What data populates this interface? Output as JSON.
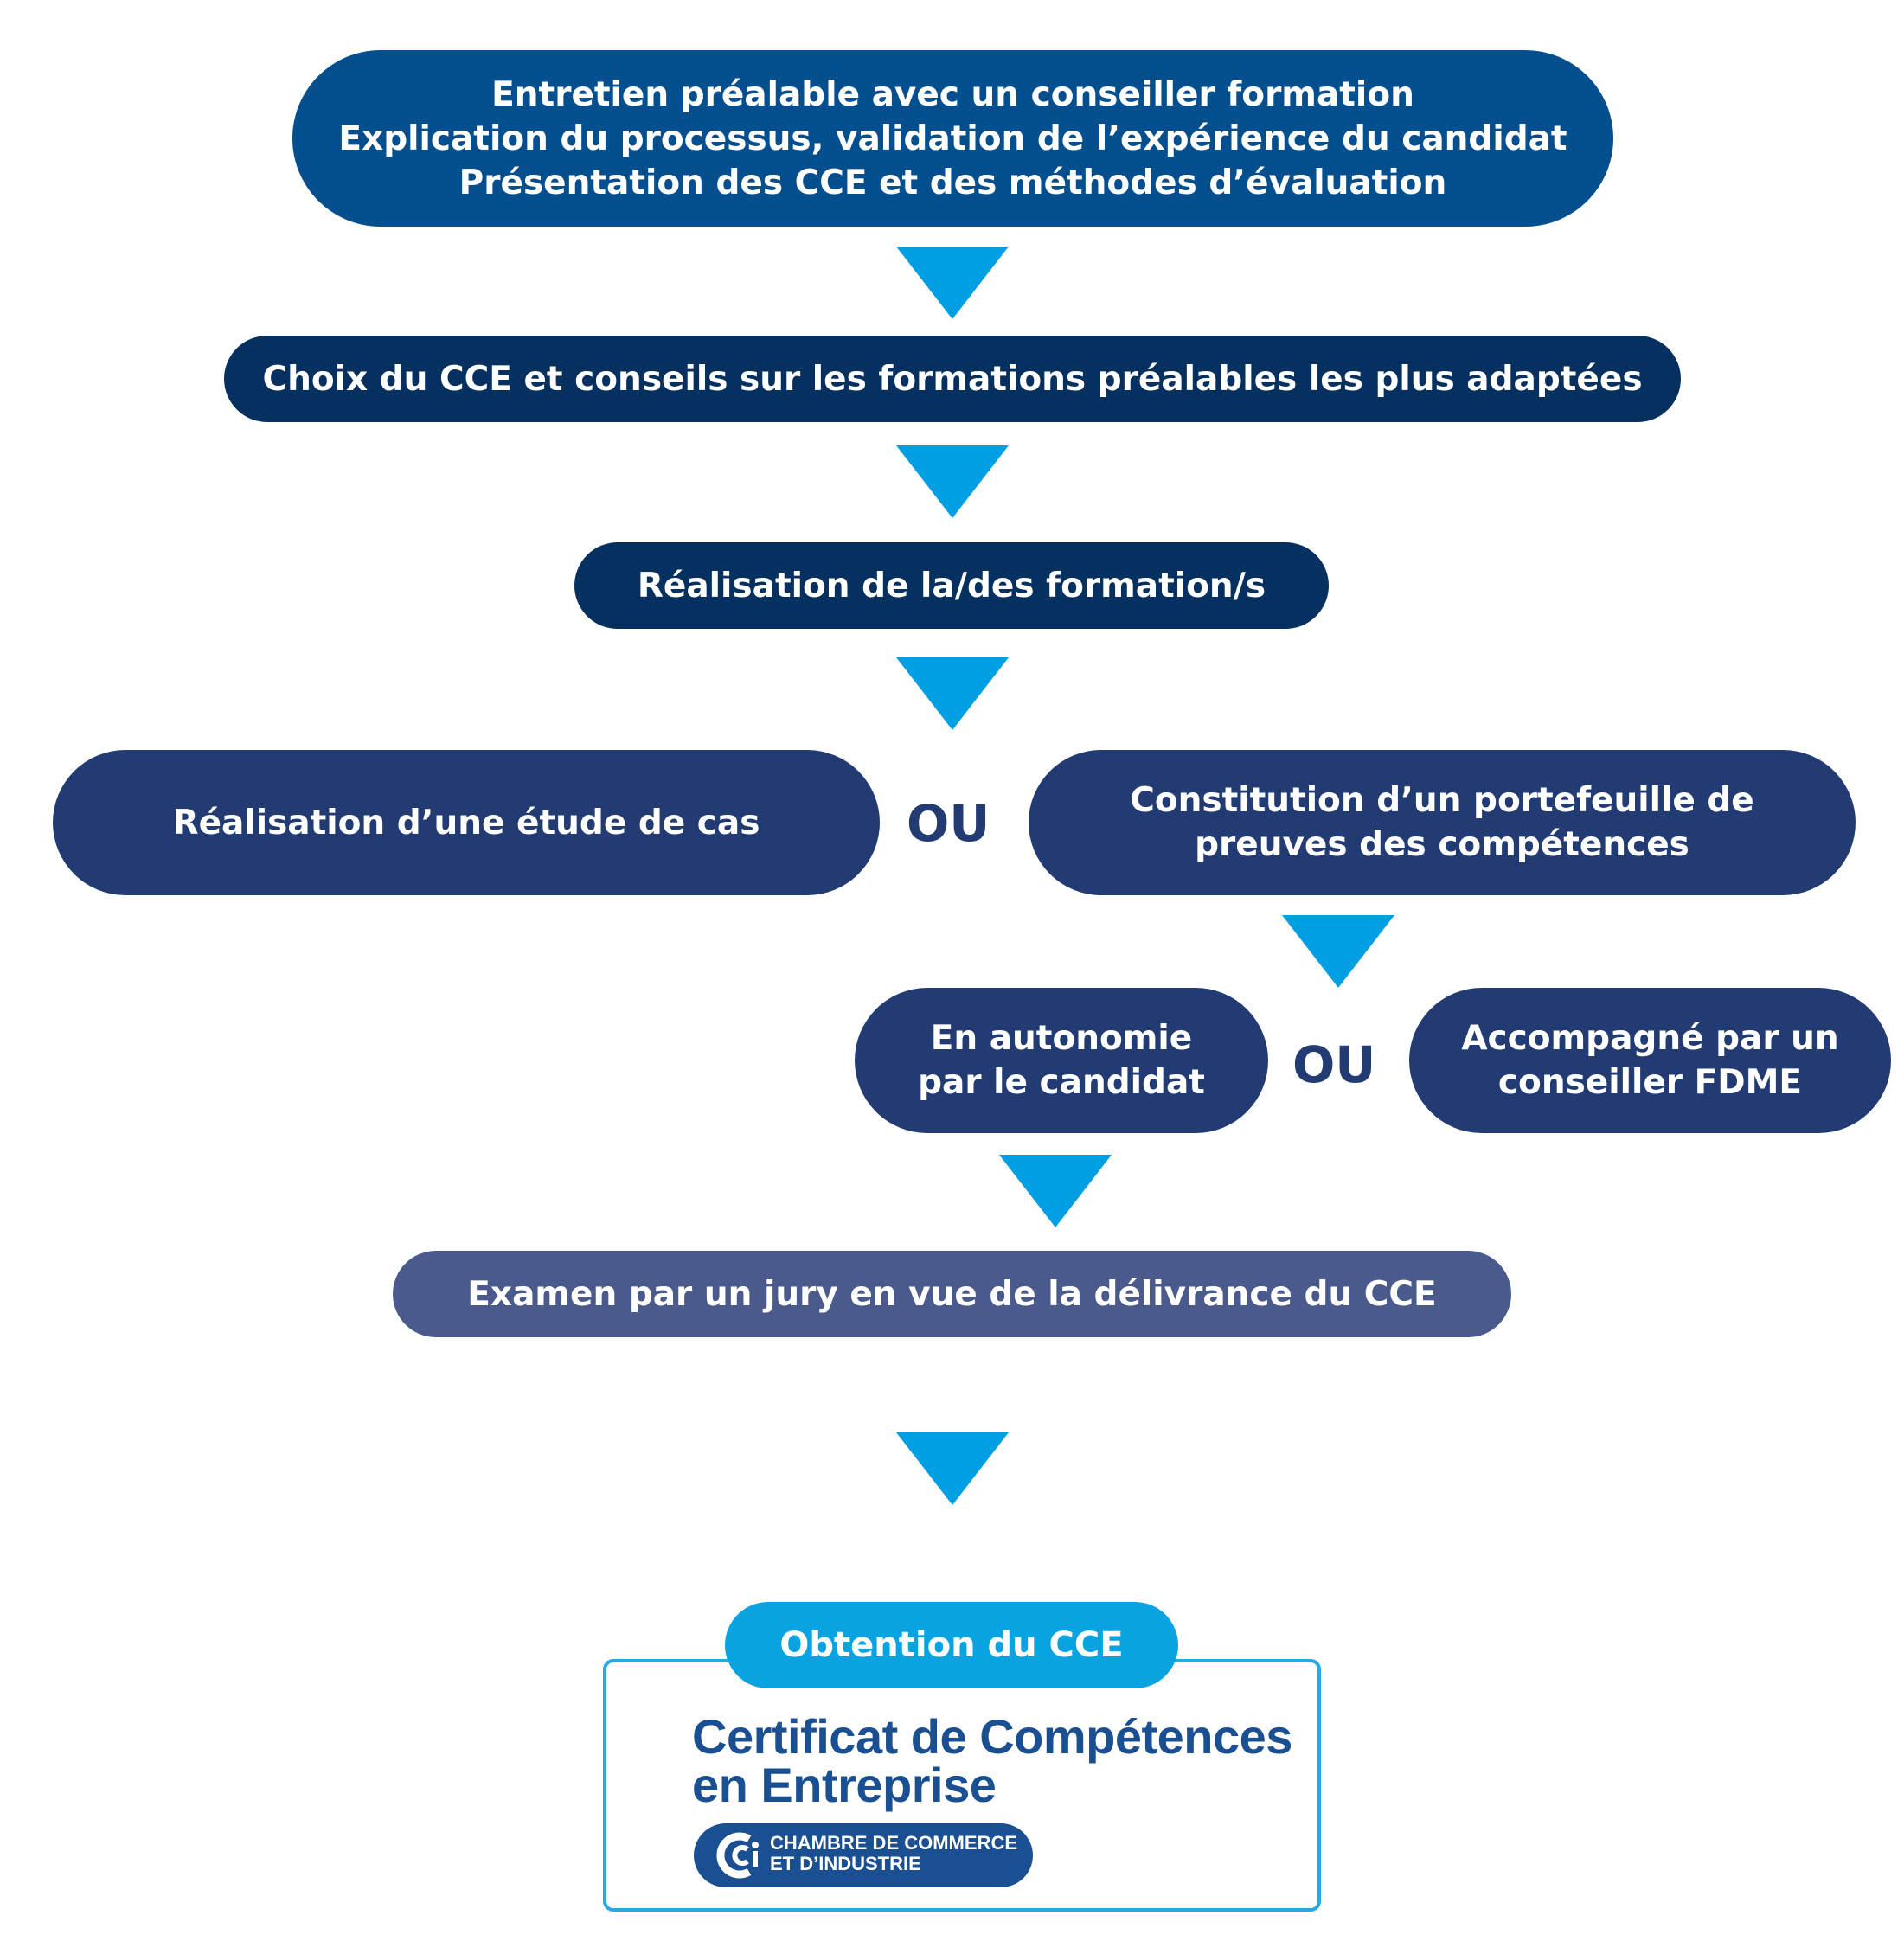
{
  "colors": {
    "step1": "#064f8e",
    "dark_navy": "#05305f",
    "navy": "#223b73",
    "exam": "#4a5a8d",
    "arrow": "#009ee3",
    "obtention": "#0aa3e2",
    "cert_blue": "#1a4f91"
  },
  "steps": {
    "step1": {
      "lines": [
        "Entretien préalable avec un conseiller formation",
        "Explication du processus, validation de l’expérience du candidat",
        "Présentation des CCE et des méthodes d’évaluation"
      ]
    },
    "step2": {
      "label": "Choix du CCE et conseils sur les formations préalables les plus adaptées"
    },
    "step3": {
      "label": "Réalisation de la/des formation/s"
    },
    "option_case_study": {
      "label": "Réalisation d’une étude de cas"
    },
    "option_portfolio": {
      "lines": [
        "Constitution d’un portefeuille de",
        "preuves des compétences"
      ]
    },
    "sub_autonomy": {
      "lines": [
        "En autonomie",
        "par le candidat"
      ]
    },
    "sub_accompanied": {
      "lines": [
        "Accompagné par un",
        "conseiller FDME"
      ]
    },
    "exam": {
      "label": "Examen par un jury en vue de la délivrance du CCE"
    },
    "obtention": {
      "label": "Obtention du CCE"
    }
  },
  "or_label_1": "OU",
  "or_label_2": "OU",
  "certificate": {
    "title_lines": [
      "Certificat de Compétences",
      "en Entreprise"
    ],
    "badge_lines": [
      "CHAMBRE DE COMMERCE",
      "ET D’INDUSTRIE"
    ]
  }
}
